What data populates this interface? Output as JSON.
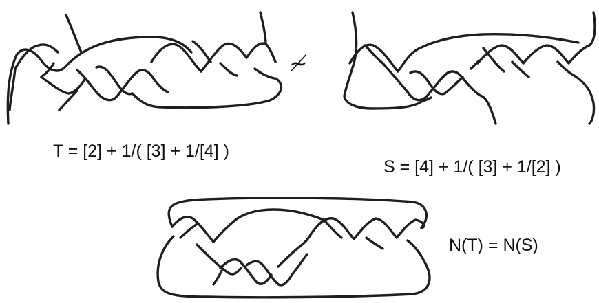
{
  "labels": {
    "tangle_t_formula": "T = [2] + 1/( [3] + 1/[4] )",
    "tangle_s_formula": "S = [4] + 1/( [3] + 1/[2] )",
    "not_equivalent_symbol": "≁",
    "numerator_equation": "N(T) = N(S)"
  },
  "colors": {
    "ink": "#1e1e1e",
    "background": "#ffffff"
  }
}
